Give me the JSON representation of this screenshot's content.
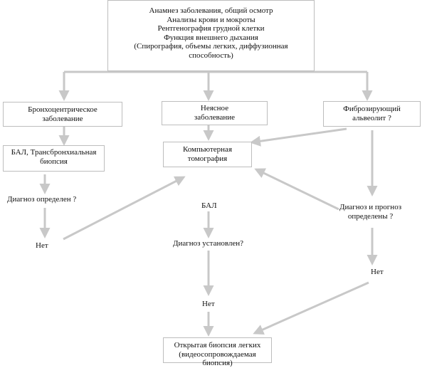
{
  "top_box": {
    "lines": "Анамнез заболевания, общий осмотр\nАнализы крови и мокроты\nРентгенография грудной клетки\nФункция внешнего дыхания\n(Спирография, объемы легких, диффузионная\nспособность)"
  },
  "left_box1": {
    "lines": "Бронхоцентрическое\nзаболевание"
  },
  "center_box1": {
    "lines": "Неясное\nзаболевание"
  },
  "right_box1": {
    "lines": "Фиброзирующий\nальвеолит ?"
  },
  "left_box2": {
    "lines": "БАЛ, Трансбронхиальная\nбиопсия"
  },
  "ct_box": {
    "lines": "Компьютерная\nтомография"
  },
  "left_question": "Диагноз  определен ?",
  "left_no": "Нет",
  "center_bal": "БАЛ",
  "center_question": "Диагноз установлен?",
  "center_no": "Нет",
  "right_question": {
    "lines": "Диагноз и прогноз\nопределены ?"
  },
  "right_no": "Нет",
  "bottom_box": {
    "lines": "Открытая биопсия легких\n(видеосопровождаемая биопсия)"
  },
  "colors": {
    "arrow": "#c8c8c8",
    "border": "#bdbdbd"
  }
}
